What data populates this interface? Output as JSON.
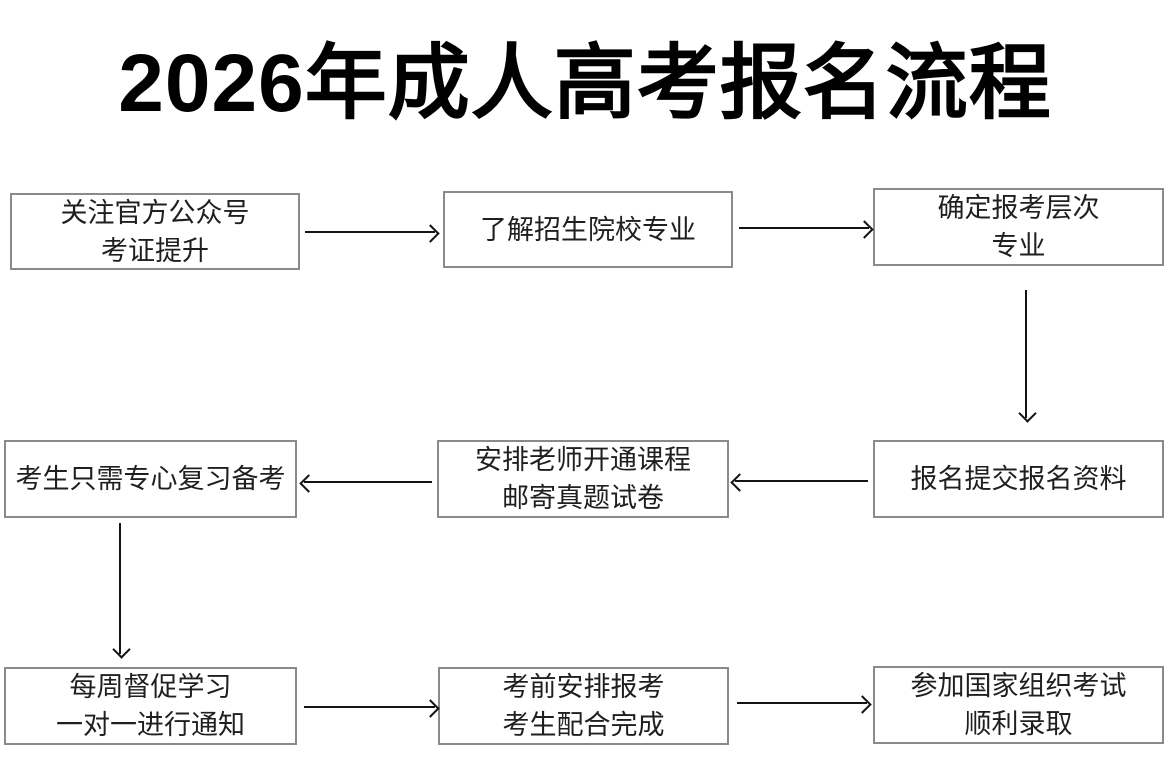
{
  "title": "2026年成人高考报名流程",
  "colors": {
    "background": "#ffffff",
    "title_text": "#000000",
    "box_border": "#8a8a8a",
    "box_text": "#1f1f1f",
    "arrow": "#141414"
  },
  "nodes": [
    {
      "id": "step-1",
      "line1": "关注官方公众号",
      "line2": "考证提升"
    },
    {
      "id": "step-2",
      "line1": "了解招生院校专业"
    },
    {
      "id": "step-3",
      "line1": "确定报考层次",
      "line2": "专业"
    },
    {
      "id": "step-4",
      "line1": "报名提交报名资料"
    },
    {
      "id": "step-5",
      "line1": "安排老师开通课程",
      "line2": "邮寄真题试卷"
    },
    {
      "id": "step-6",
      "line1": "考生只需专心复习备考"
    },
    {
      "id": "step-7",
      "line1": "每周督促学习",
      "line2": "一对一进行通知"
    },
    {
      "id": "step-8",
      "line1": "考前安排报考",
      "line2": "考生配合完成"
    },
    {
      "id": "step-9",
      "line1": "参加国家组织考试",
      "line2": "顺利录取"
    }
  ],
  "edges": [
    {
      "from": "step-1",
      "to": "step-2",
      "direction": "right"
    },
    {
      "from": "step-2",
      "to": "step-3",
      "direction": "right"
    },
    {
      "from": "step-3",
      "to": "step-4",
      "direction": "down"
    },
    {
      "from": "step-4",
      "to": "step-5",
      "direction": "left"
    },
    {
      "from": "step-5",
      "to": "step-6",
      "direction": "left"
    },
    {
      "from": "step-6",
      "to": "step-7",
      "direction": "down"
    },
    {
      "from": "step-7",
      "to": "step-8",
      "direction": "right"
    },
    {
      "from": "step-8",
      "to": "step-9",
      "direction": "right"
    }
  ]
}
